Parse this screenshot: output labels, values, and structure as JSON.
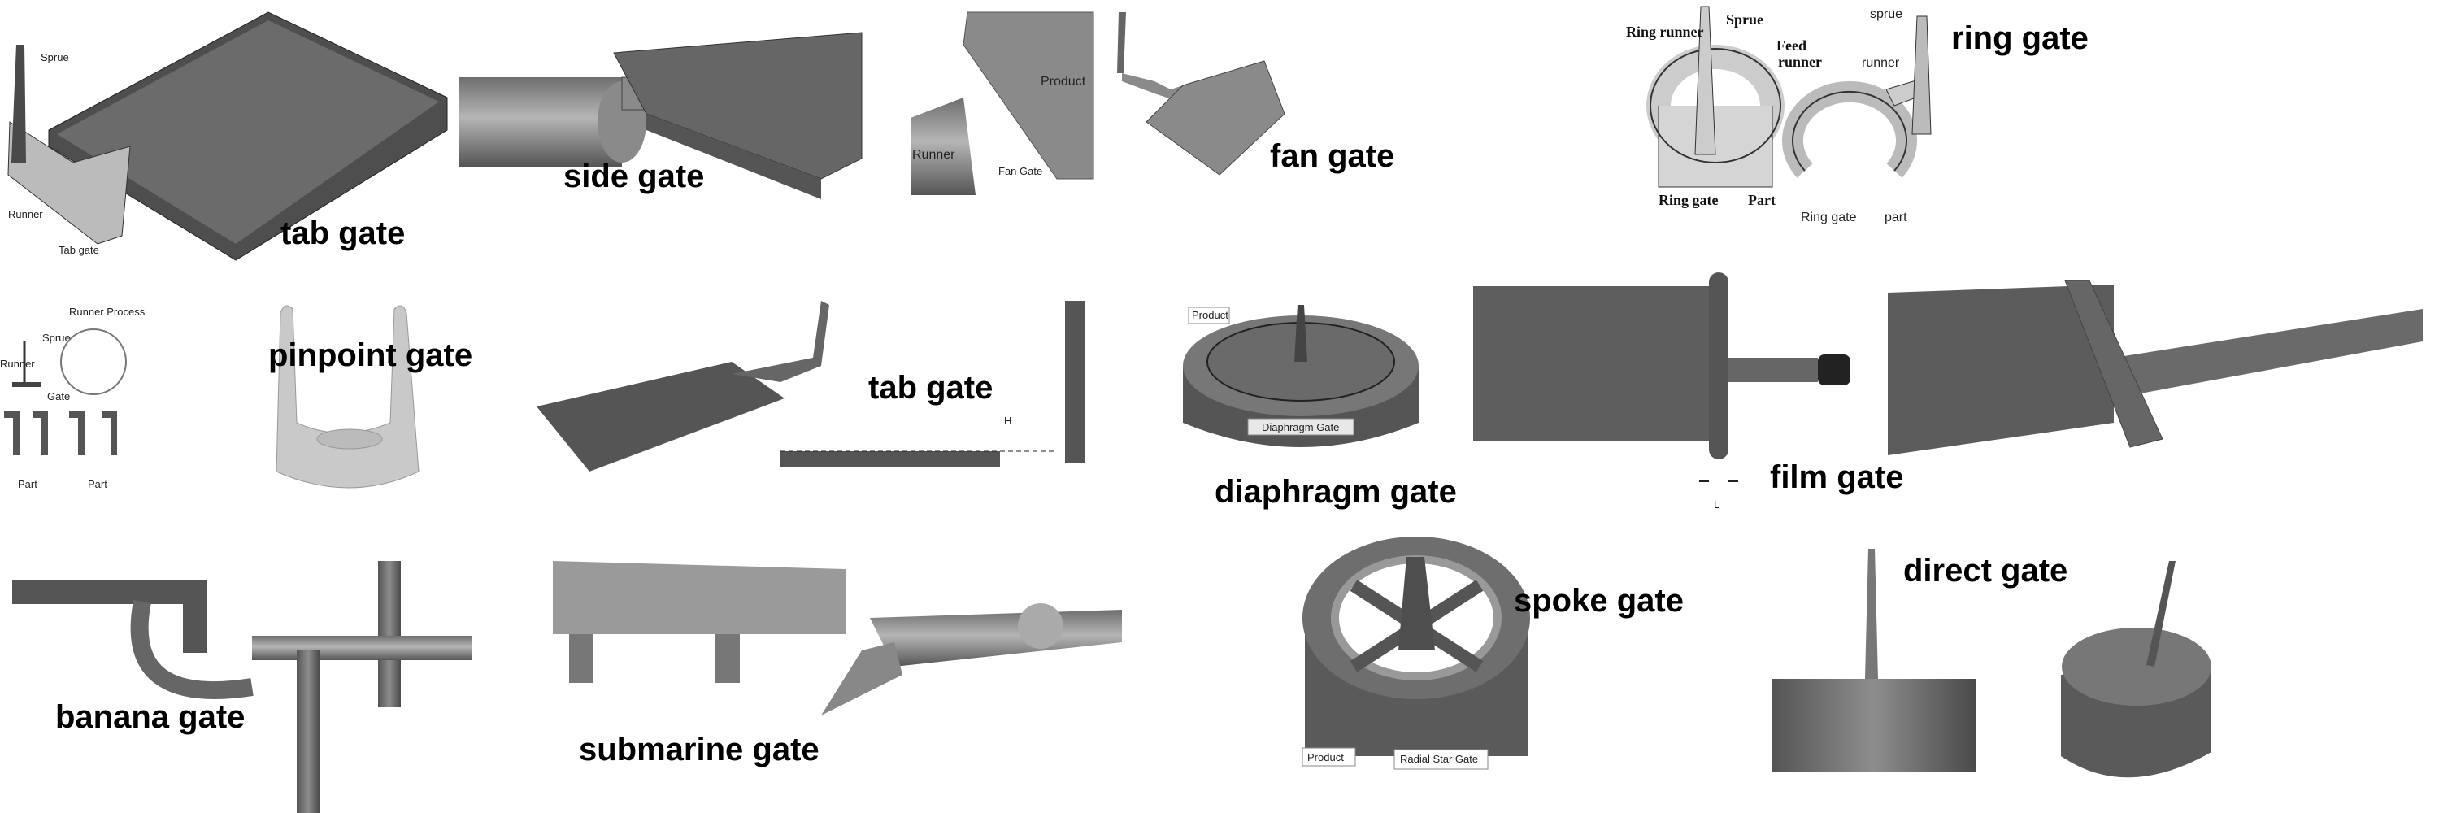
{
  "panels": {
    "tab_gate_1": {
      "title": "tab gate",
      "labels": {
        "sprue": "Sprue",
        "runner": "Runner",
        "tab_gate": "Tab gate"
      }
    },
    "side_gate": {
      "title": "side gate"
    },
    "fan_gate": {
      "title": "fan gate",
      "labels": {
        "runner": "Runner",
        "fan_gate": "Fan Gate",
        "product": "Product"
      }
    },
    "ring_gate": {
      "title": "ring gate",
      "labels_left": {
        "ring_runner": "Ring runner",
        "sprue": "Sprue",
        "feed_runner_1": "Feed",
        "feed_runner_2": "runner",
        "ring_gate": "Ring gate",
        "part": "Part"
      },
      "labels_right": {
        "sprue": "sprue",
        "runner": "runner",
        "ring_gate": "Ring gate",
        "part": "part"
      }
    },
    "pinpoint_gate": {
      "title": "pinpoint gate",
      "labels": {
        "runner": "Runner",
        "sprue": "Sprue",
        "gate": "Gate",
        "part": "Part",
        "runner_process": "Runner Process",
        "part_2": "Part"
      }
    },
    "tab_gate_2": {
      "title": "tab gate",
      "labels": {
        "h": "H"
      }
    },
    "diaphragm_gate": {
      "title": "diaphragm gate",
      "labels": {
        "product": "Product",
        "diaphragm_gate": "Diaphragm Gate"
      }
    },
    "film_gate": {
      "title": "film gate",
      "labels": {
        "l": "L"
      }
    },
    "banana_gate": {
      "title": "banana gate"
    },
    "submarine_gate": {
      "title": "submarine gate"
    },
    "spoke_gate": {
      "title": "spoke gate",
      "labels": {
        "product": "Product",
        "radial_star_gate": "Radial Star Gate"
      }
    },
    "direct_gate": {
      "title": "direct gate"
    }
  },
  "colors": {
    "dark_part": "#5a5a5a",
    "mid_part": "#8a8a8a",
    "light_part": "#c8c8c8"
  }
}
